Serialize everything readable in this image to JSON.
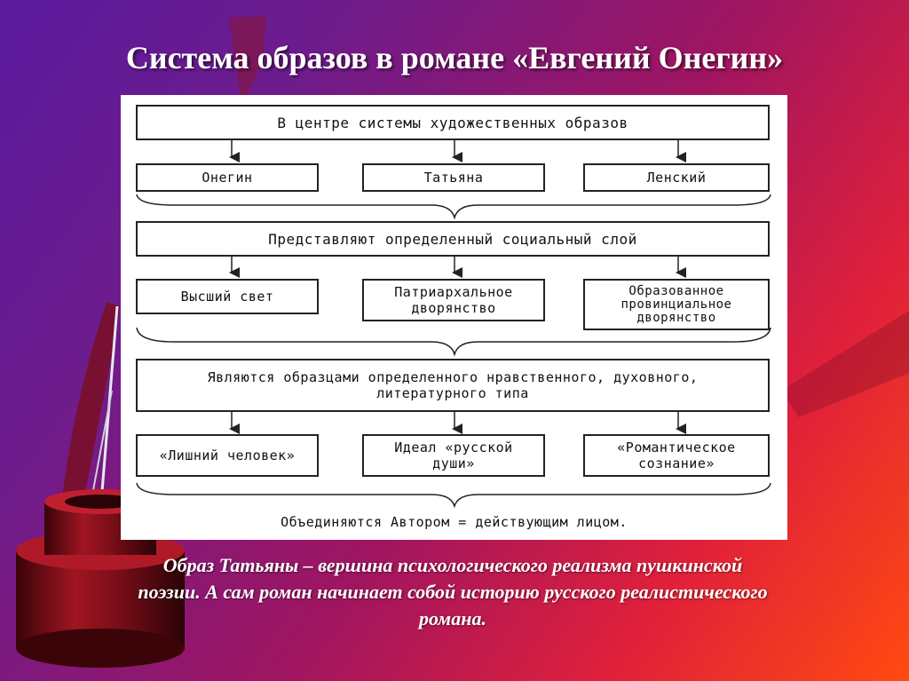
{
  "slide": {
    "title": "Система образов в романе «Евгений Онегин»",
    "caption": "Образ Татьяны – вершина психологического реализма пушкинской поэзии. А сам роман начинает собой историю русского реалистического романа."
  },
  "diagram": {
    "level1_header": "В центре системы художественных образов",
    "level1_items": [
      "Онегин",
      "Татьяна",
      "Ленский"
    ],
    "level2_header": "Представляют определенный социальный слой",
    "level2_items": [
      "Высший свет",
      "Патриархальное дворянство",
      "Образованное провинциальное дворянство"
    ],
    "level3_header": "Являются образцами определенного нравственного, духовного, литературного типа",
    "level3_items": [
      "«Лишний человек»",
      "Идеал «русской души»",
      "«Романтическое сознание»"
    ],
    "footer": "Объединяются Автором = действующим лицом."
  },
  "colors": {
    "background_start": "#5a1a9e",
    "background_end": "#ff4a10",
    "ink_pot": "#7a0e18"
  },
  "icons": [
    "quill-pen-icon",
    "inkwell-icon"
  ]
}
